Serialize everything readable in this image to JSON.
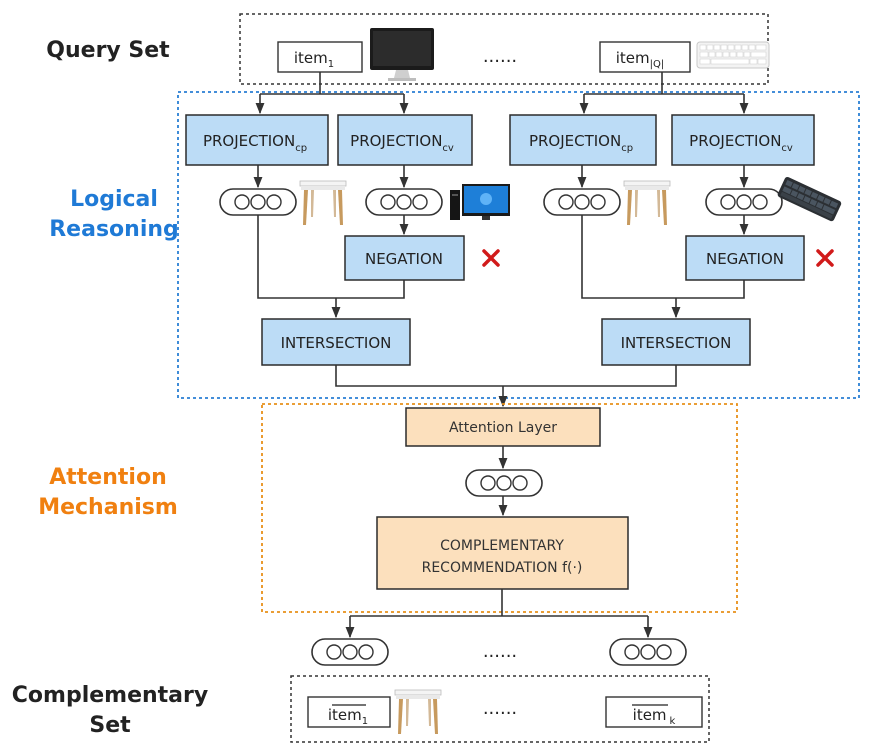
{
  "labels": {
    "query_set": "Query Set",
    "logical_line1": "Logical",
    "logical_line2": "Reasoning",
    "attention_line1": "Attention",
    "attention_line2": "Mechanism",
    "complementary_line1": "Complementary",
    "complementary_line2": "Set"
  },
  "query": {
    "item_first": "item",
    "item_first_sub": "1",
    "ellipsis": "......",
    "item_last": "item",
    "item_last_sub": "|Q|"
  },
  "reasoning": {
    "projection": "PROJECTION",
    "sub_cp": "cp",
    "sub_cv": "cv",
    "negation": "NEGATION",
    "intersection": "INTERSECTION"
  },
  "attention": {
    "layer": "Attention Layer",
    "rec_line1": "COMPLEMENTARY",
    "rec_line2": "RECOMMENDATION f(·)"
  },
  "output": {
    "ellipsis": "......",
    "item_first": "item",
    "item_first_sub": "1",
    "item_last": "item",
    "item_last_sub": "k"
  },
  "colors": {
    "logical_label": "#1f7ad6",
    "attention_label": "#f08010",
    "query_label": "#222222",
    "blue_box": "#bcdcf6",
    "orange_box": "#fce0bd",
    "logical_border": "#2a7fd4",
    "attention_border": "#e8901a",
    "negation_mark": "#d11a1a"
  },
  "icons": [
    "monitor-icon",
    "keyboard-icon",
    "table-icon",
    "desktop-pc-icon",
    "cross-icon"
  ]
}
